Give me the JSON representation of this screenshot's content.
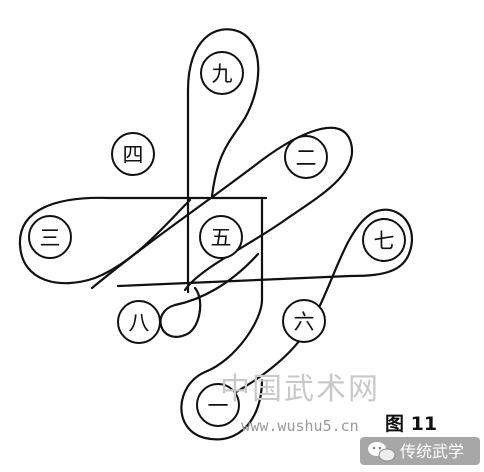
{
  "nodes": [
    {
      "id": "jiu",
      "label": "九"
    },
    {
      "id": "si",
      "label": "四"
    },
    {
      "id": "er",
      "label": "二"
    },
    {
      "id": "san",
      "label": "三"
    },
    {
      "id": "wu",
      "label": "五"
    },
    {
      "id": "qi",
      "label": "七"
    },
    {
      "id": "ba",
      "label": "八"
    },
    {
      "id": "liu",
      "label": "六"
    },
    {
      "id": "yi",
      "label": "一"
    }
  ],
  "watermark": {
    "site_name": "中国武术网",
    "url": "www.wushu5.cn"
  },
  "figure_label": "图 11",
  "brand": {
    "icon": "wechat-icon",
    "text": "传统武学"
  },
  "colors": {
    "ink": "#111111",
    "watermark": "#c9c9c9",
    "background": "#ffffff"
  }
}
